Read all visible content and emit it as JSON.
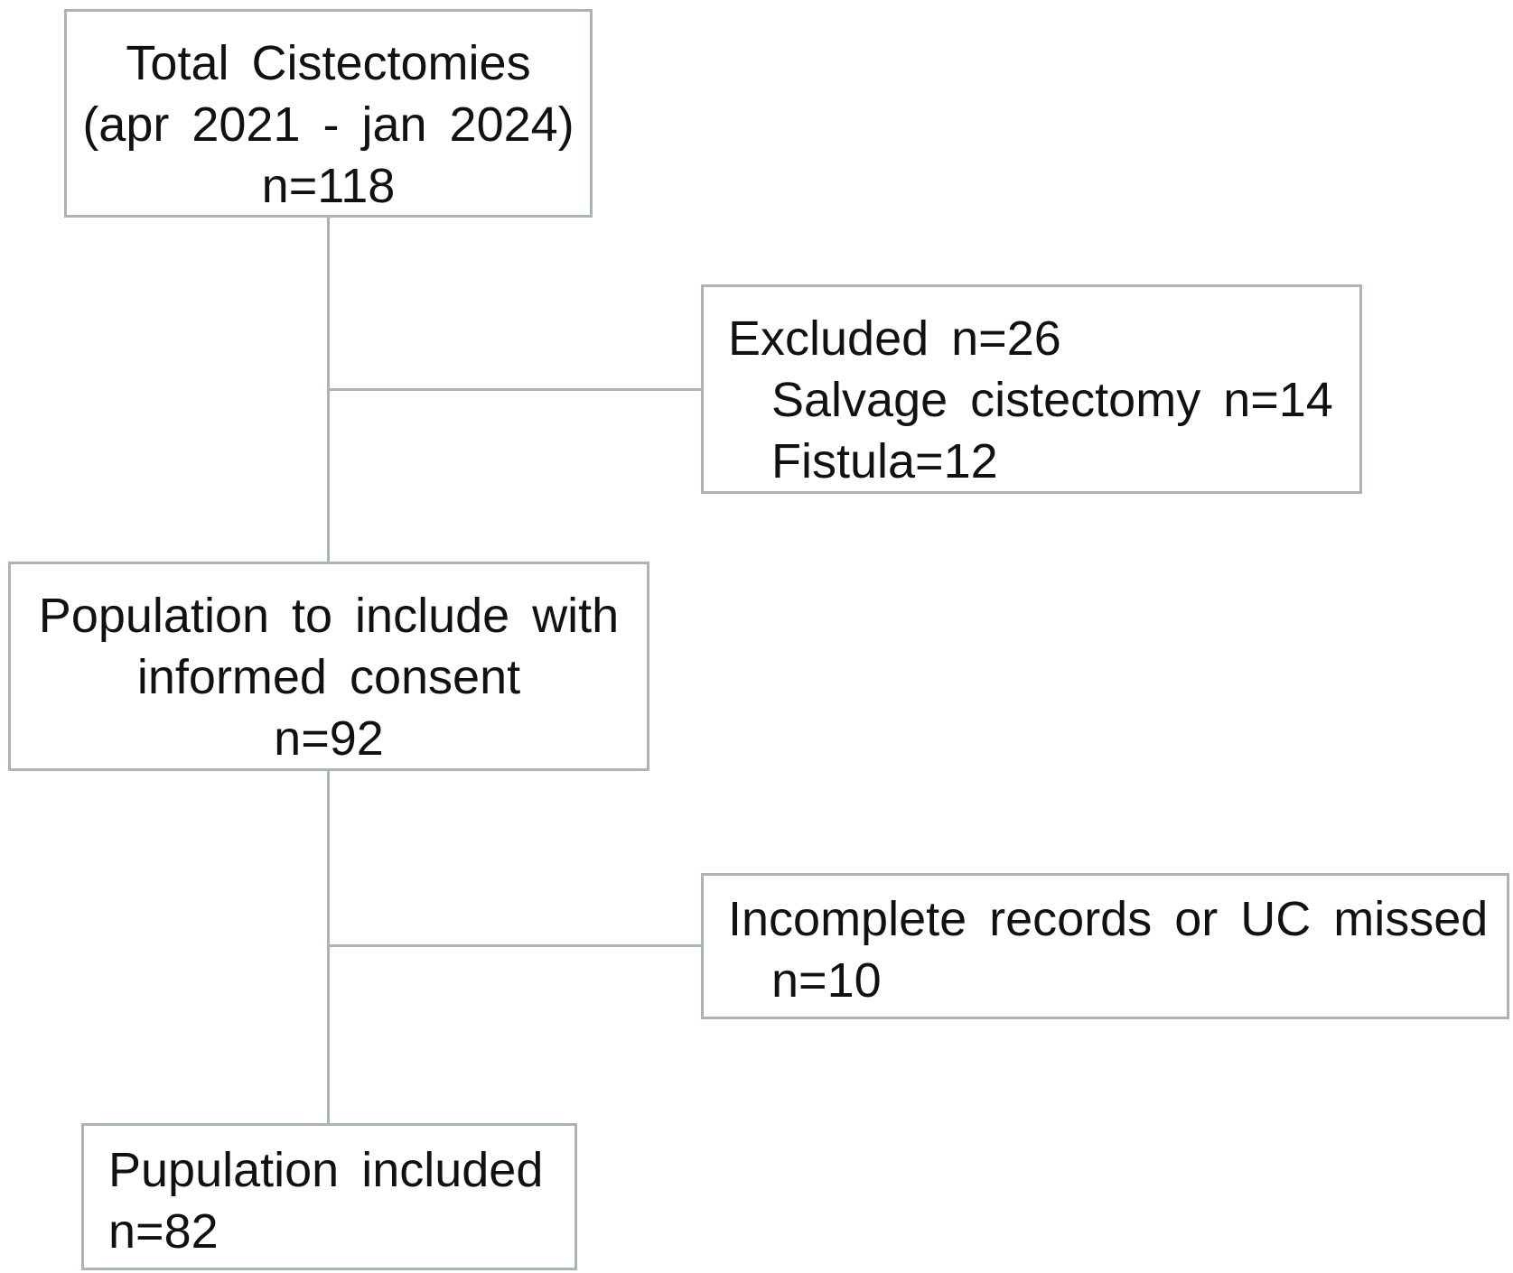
{
  "diagram": {
    "nodes": {
      "total": {
        "lines": [
          "Total Cistectomies",
          "(apr 2021 - jan 2024)",
          "n=118"
        ]
      },
      "excluded": {
        "title": "Excluded n=26",
        "items": [
          "Salvage cistectomy n=14",
          "Fistula=12"
        ]
      },
      "population": {
        "lines": [
          "Population to include with",
          "informed consent",
          "n=92"
        ]
      },
      "incomplete": {
        "title": "Incomplete records or UC missed",
        "items": [
          "n=10"
        ]
      },
      "included": {
        "lines": [
          "Pupulation included",
          "n=82"
        ]
      }
    },
    "edges": [
      {
        "from": "total",
        "to": "population"
      },
      {
        "from": "total",
        "to": "excluded"
      },
      {
        "from": "population",
        "to": "included"
      },
      {
        "from": "population",
        "to": "incomplete"
      }
    ],
    "colors": {
      "border": "#a9b3b8",
      "text": "#111111",
      "background": "#ffffff"
    }
  }
}
